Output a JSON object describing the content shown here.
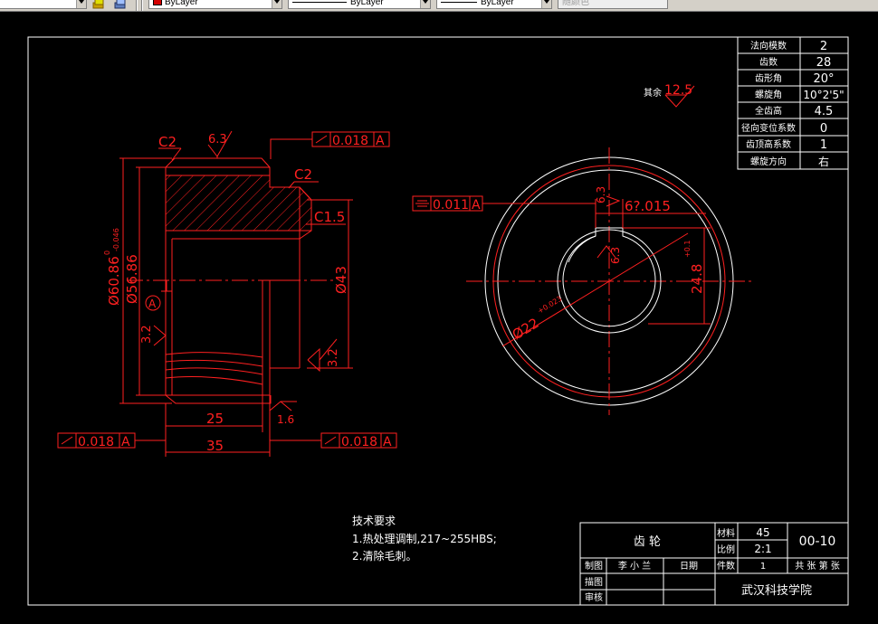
{
  "toolbar": {
    "color_control": "ByLayer",
    "linetype_control": "ByLayer",
    "lineweight_control": "ByLayer",
    "plotstyle_control": "随颜色",
    "layer_color": "#d40000"
  },
  "params": {
    "rows": [
      {
        "label": "法向模数",
        "value": "2"
      },
      {
        "label": "齿数",
        "value": "28"
      },
      {
        "label": "齿形角",
        "value": "20°"
      },
      {
        "label": "螺旋角",
        "value": "10°2'5\""
      },
      {
        "label": "全齿高",
        "value": "4.5"
      },
      {
        "label": "径向变位系数",
        "value": "0"
      },
      {
        "label": "齿顶高系数",
        "value": "1"
      },
      {
        "label": "螺旋方向",
        "value": "右"
      }
    ]
  },
  "dims": {
    "c2_top": "C2",
    "rough_63_top": "6.3",
    "tol_top": "0.018",
    "datum_a": "A",
    "c2_right": "C2",
    "c15": "C1.5",
    "od": "Ø60.86",
    "od_tol_upper": "0",
    "od_tol_lower": "-0.046",
    "d56": "Ø56.86",
    "d43": "Ø43",
    "rough_32_left": "3.2",
    "rough_32_right": "3.2",
    "rough_16": "1.6",
    "len25": "25",
    "len35": "35",
    "tol_bottom_left": "0.018",
    "tol_bottom_right": "0.018",
    "tol_side": "0.011",
    "keyway_w": "6?.015",
    "keyway_h": "24.8",
    "keyway_h_tol": "+0.1",
    "bore": "Ø22",
    "bore_tol": "+0.023",
    "rough_63_key": "6.3",
    "rough_63_bore": "6.3",
    "rest_label": "其余",
    "rest_value": "12.5"
  },
  "notes": {
    "title": "技术要求",
    "line1": "1.热处理调制,217~255HBS;",
    "line2": "2.清除毛刺。"
  },
  "title_block": {
    "part_name": "齿    轮",
    "material_label": "材料",
    "material_value": "45",
    "scale_label": "比例",
    "scale_value": "2:1",
    "drawing_no": "00-10",
    "drawn_label": "制图",
    "drawn_name": "李 小 兰",
    "date_label": "日期",
    "pieces_label": "件数",
    "pieces_value": "1",
    "sheets": "共 张 第 张",
    "design_label": "描图",
    "review_label": "审核",
    "school": "武汉科技学院"
  }
}
